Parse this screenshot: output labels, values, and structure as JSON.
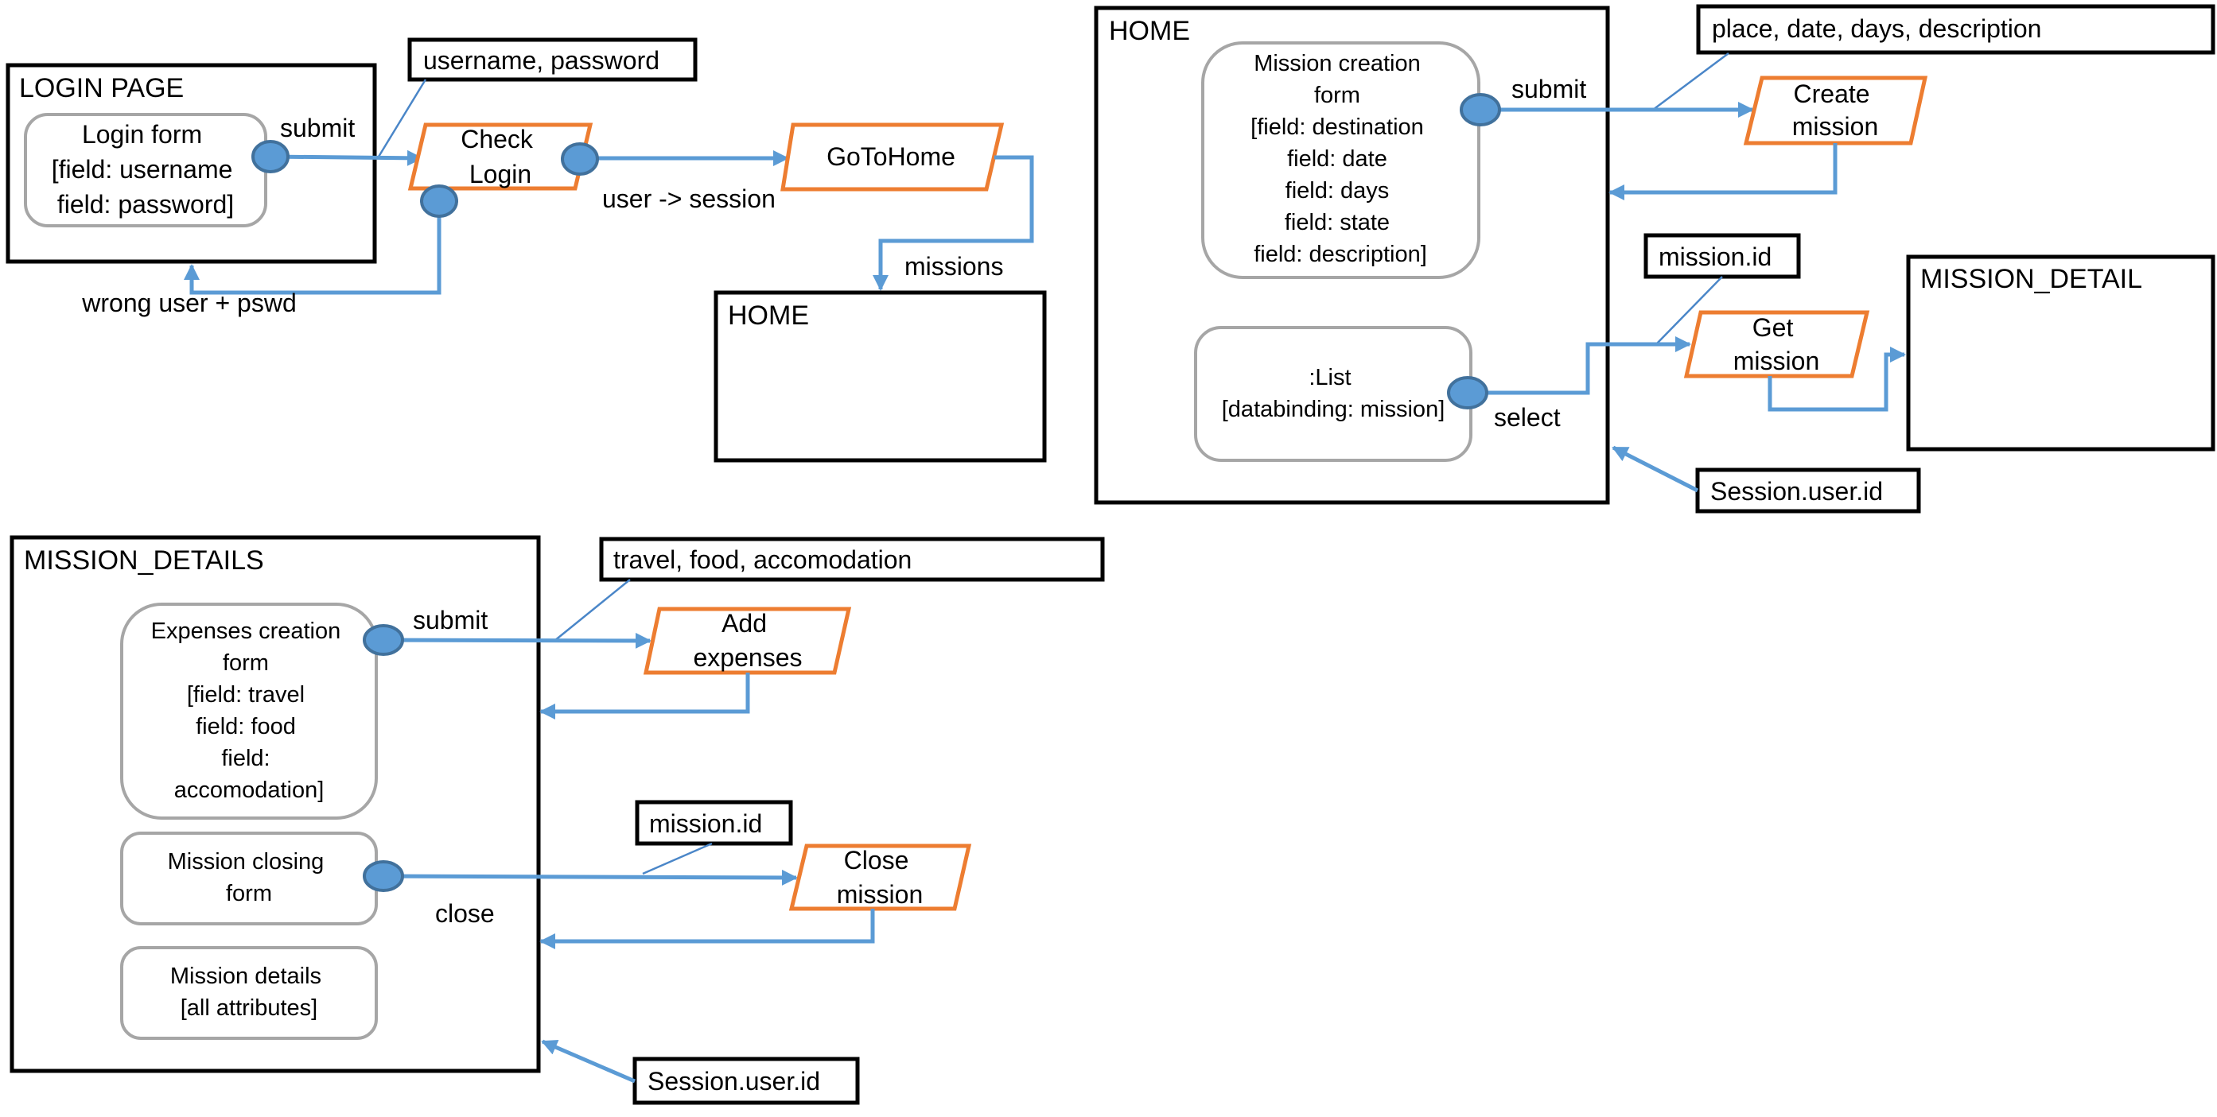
{
  "colors": {
    "flow": "#5b9bd5",
    "dot_fill": "#5b9bd5",
    "dot_stroke": "#41719c",
    "action_border": "#ed7d31",
    "form_border": "#a6a6a6",
    "page_border": "#000000"
  },
  "login": {
    "page_title": "LOGIN PAGE",
    "form_lines": [
      "Login form",
      "[field: username",
      "field: password]"
    ],
    "submit_label": "submit",
    "params_note": "username, password",
    "check_action": [
      "Check",
      "Login"
    ],
    "wrong_label": "wrong user + pswd",
    "session_label": "user -> session",
    "goto_action": "GoToHome",
    "missions_label": "missions",
    "home_target_title": "HOME"
  },
  "home": {
    "page_title": "HOME",
    "creation_form_lines": [
      "Mission creation",
      "form",
      "[field: destination",
      "field: date",
      "field: days",
      "field: state",
      "field: description]"
    ],
    "submit_label": "submit",
    "params_note": "place, date, days, description",
    "create_action": [
      "Create",
      "mission"
    ],
    "list_lines": [
      ":List",
      "[databinding: mission]"
    ],
    "select_label": "select",
    "id_note": "mission.id",
    "get_action": [
      "Get",
      "mission"
    ],
    "detail_target_title": "MISSION_DETAIL",
    "session_note": "Session.user.id"
  },
  "details": {
    "page_title": "MISSION_DETAILS",
    "expenses_form_lines": [
      "Expenses creation",
      "form",
      "[field: travel",
      "field: food",
      "field:",
      "accomodation]"
    ],
    "submit_label": "submit",
    "params_note": "travel, food, accomodation",
    "add_action": [
      "Add",
      "expenses"
    ],
    "closing_form_lines": [
      "Mission closing",
      "form"
    ],
    "close_label": "close",
    "id_note": "mission.id",
    "close_action": [
      "Close",
      "mission"
    ],
    "details_form_lines": [
      "Mission details",
      "[all attributes]"
    ],
    "session_note": "Session.user.id"
  }
}
